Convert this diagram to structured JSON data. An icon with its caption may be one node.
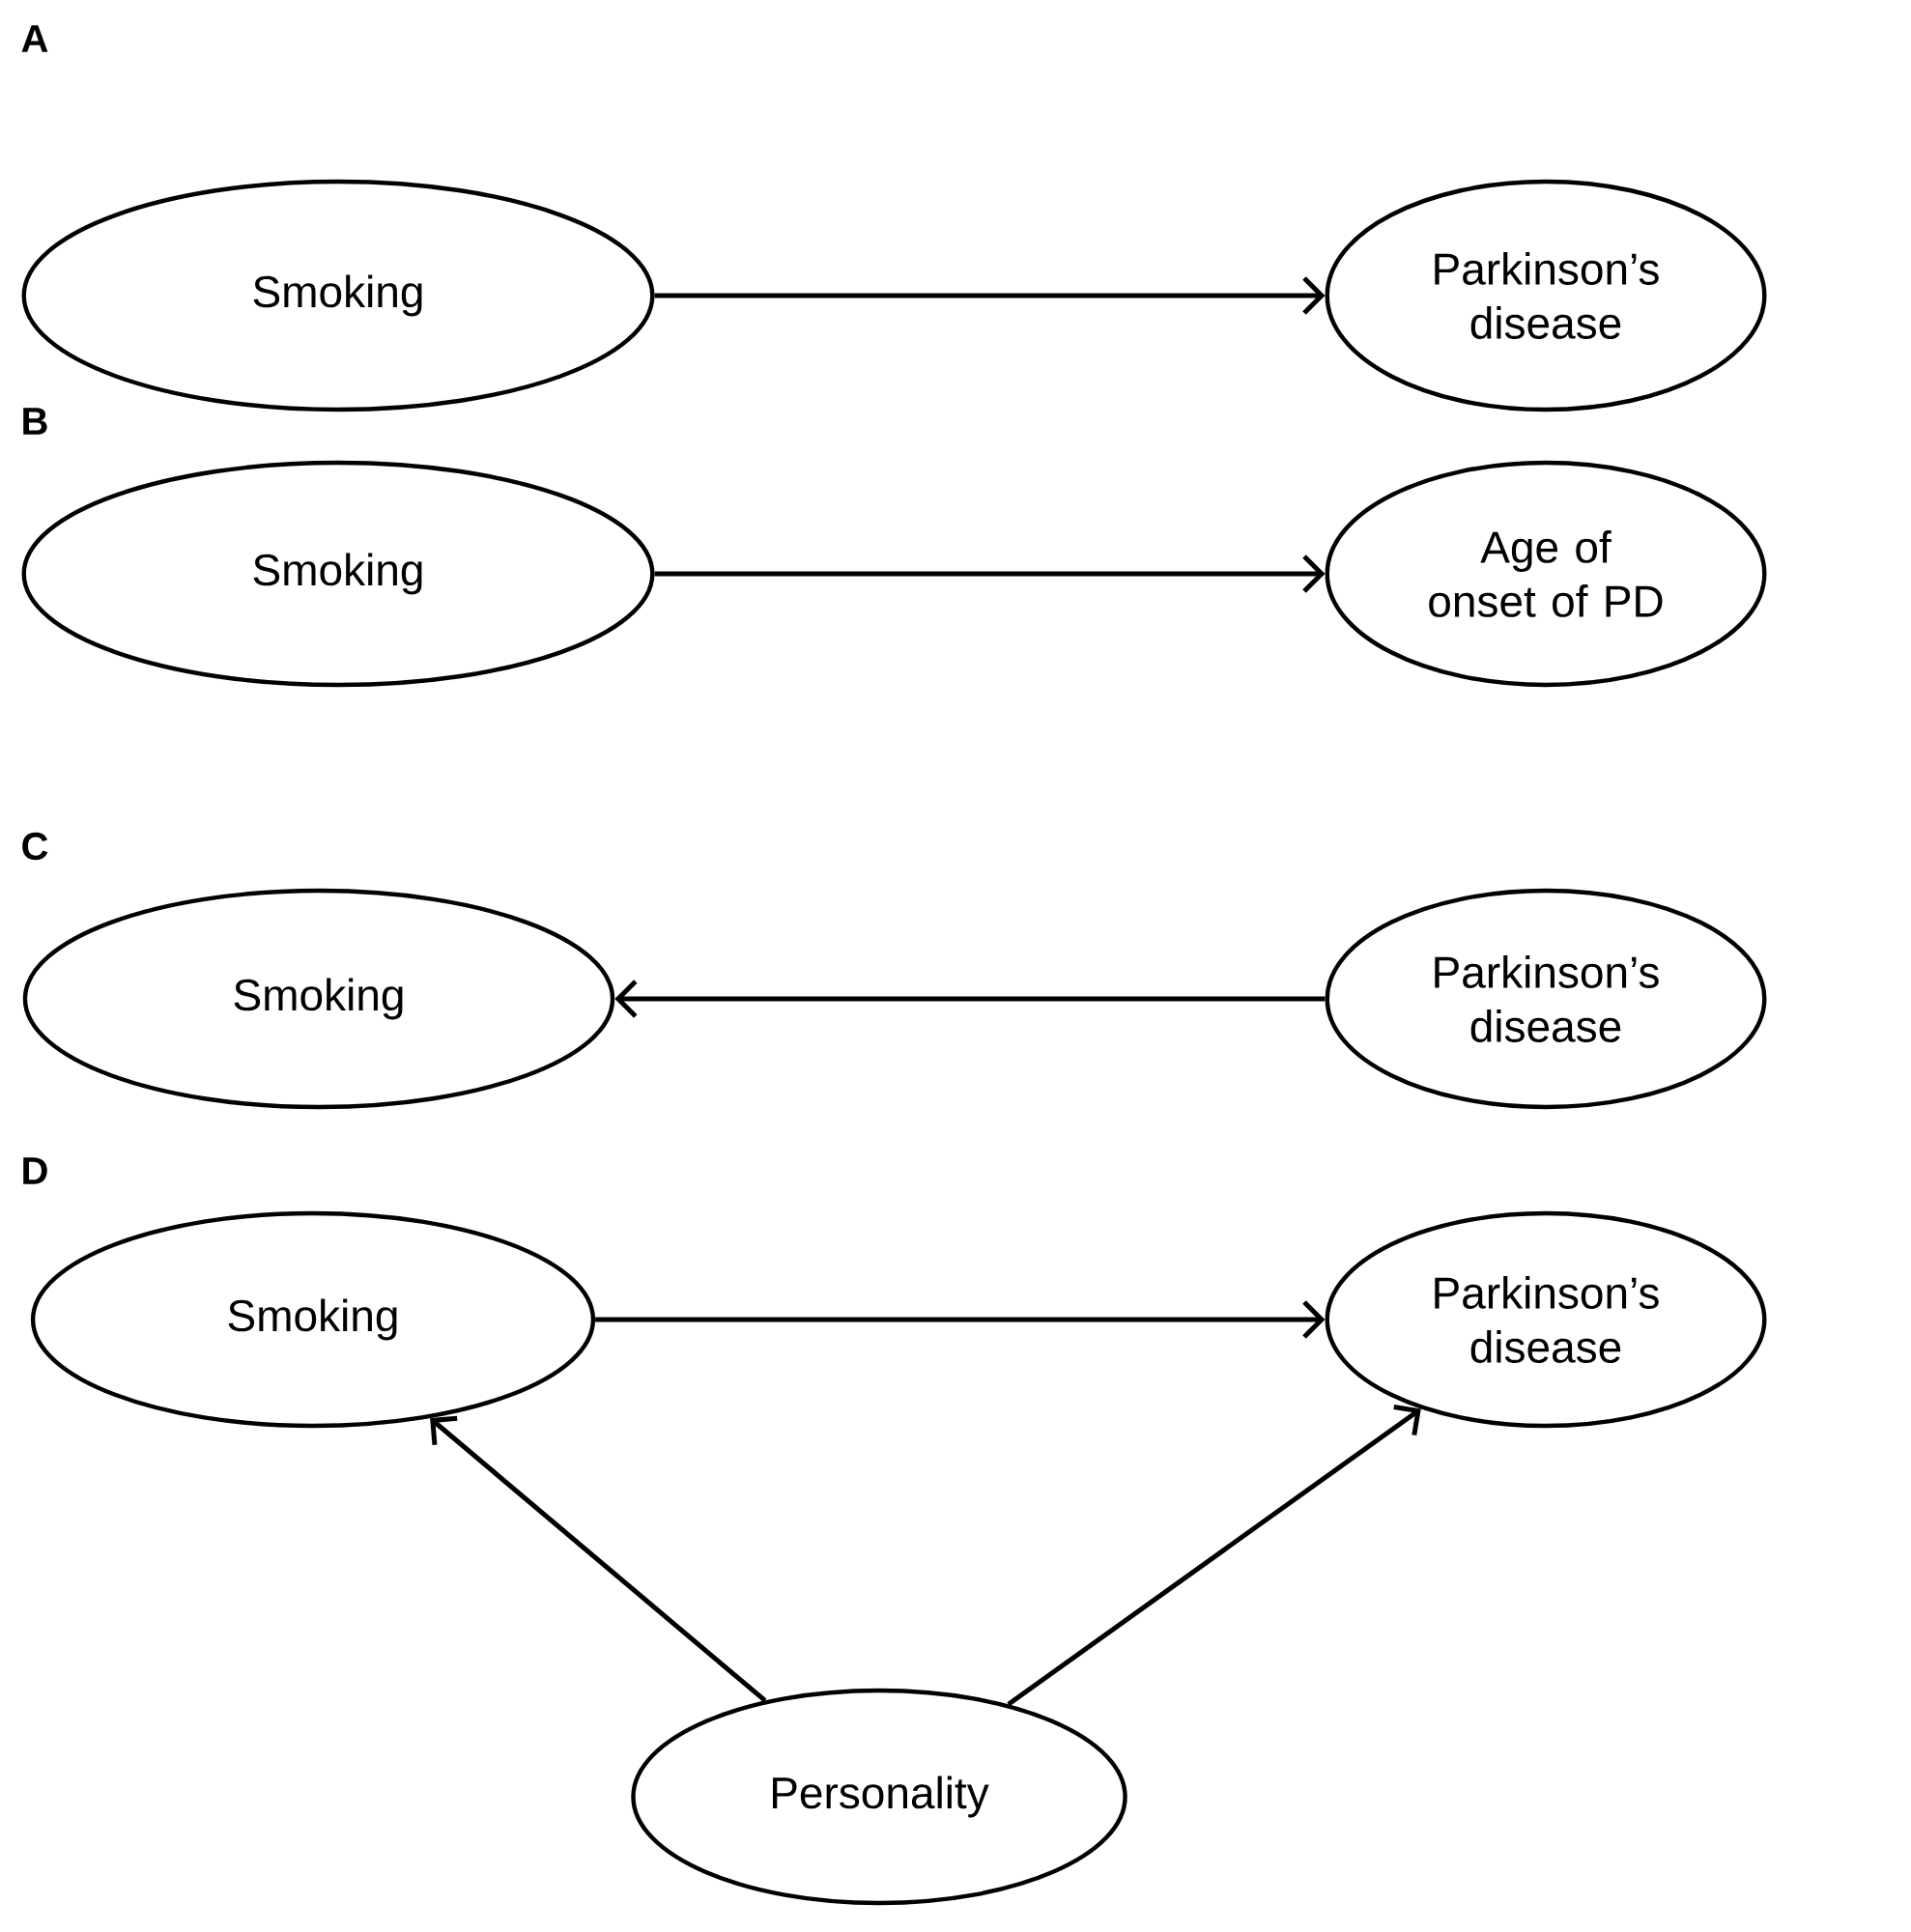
{
  "diagram": {
    "nodes": [
      {
        "text": [
          "Smoking"
        ]
      },
      {
        "text": [
          "Parkinson’s disease"
        ]
      },
      {
        "text": [
          "Smoking"
        ]
      },
      {
        "text": [
          "Age of onset of PD"
        ]
      },
      {
        "text": [
          "Smoking"
        ]
      },
      {
        "text": [
          "Parkinson’s disease"
        ]
      },
      {
        "text": [
          "Smoking"
        ]
      },
      {
        "text": [
          "Parkinson’s disease"
        ]
      },
      {
        "text": [
          "Personality"
        ]
      }
    ],
    "edges": [
      {
        "from": 0,
        "to": 1,
        "arrow": "to"
      },
      {
        "from": 2,
        "to": 3,
        "arrow": "to"
      },
      {
        "from": 5,
        "to": 4,
        "arrow": "to"
      },
      {
        "from": 6,
        "to": 7,
        "arrow": "to"
      },
      {
        "from": 8,
        "to": 6,
        "arrow": "to"
      },
      {
        "from": 8,
        "to": 7,
        "arrow": "to"
      }
    ],
    "labels": [
      "A",
      "B",
      "C",
      "D"
    ]
  }
}
